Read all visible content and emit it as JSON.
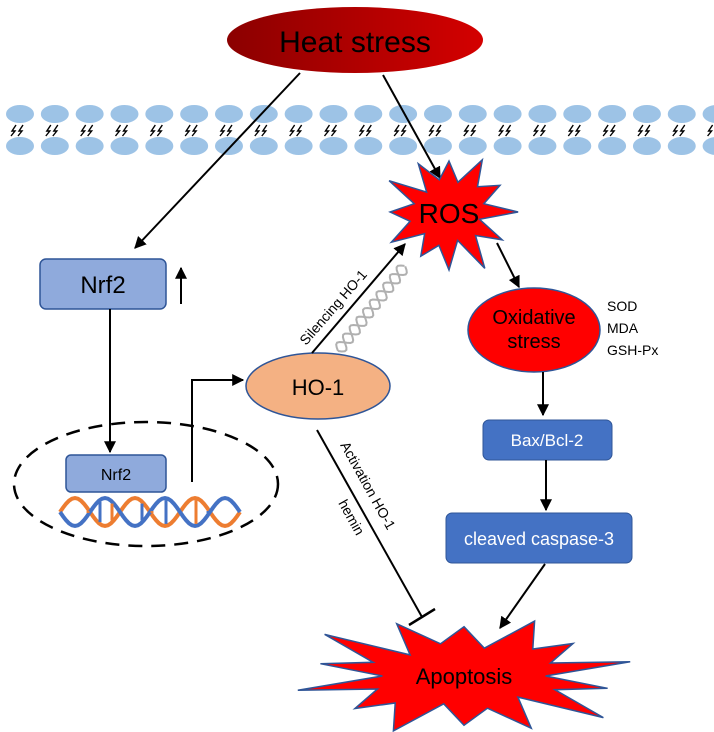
{
  "title": "Heat stress / Nrf2 / HO-1 / ROS apoptosis pathway",
  "nodes": {
    "heat_stress": {
      "label": "Heat stress",
      "color": "#c00000"
    },
    "ros": {
      "label": "ROS",
      "color": "#ff0000"
    },
    "nrf2_cytoplasm": {
      "label": "Nrf2",
      "color": "#8faadc",
      "indicator": "up-arrow"
    },
    "nrf2_nucleus": {
      "label": "Nrf2",
      "color": "#8faadc"
    },
    "ho1": {
      "label": "HO-1",
      "color": "#f4b183"
    },
    "oxidative_stress": {
      "label_line1": "Oxidative",
      "label_line2": "stress",
      "color": "#ff0000"
    },
    "markers": [
      "SOD",
      "MDA",
      "GSH-Px"
    ],
    "bax_bcl2": {
      "label": "Bax/Bcl-2",
      "color": "#4472c4"
    },
    "caspase3": {
      "label": "cleaved caspase-3",
      "color": "#4472c4"
    },
    "apoptosis": {
      "label": "Apoptosis",
      "color": "#ff0000"
    }
  },
  "edges": {
    "silencing": {
      "label": "Silencing HO-1",
      "type": "activation"
    },
    "activation": {
      "label_line1": "Activation HO-1",
      "label_line2": "hemin",
      "type": "inhibition"
    }
  },
  "membrane": {
    "color": "#9dc3e6",
    "unit_count": 21
  },
  "dna": {
    "strand1": "#4472c4",
    "strand2": "#ed7d31"
  }
}
